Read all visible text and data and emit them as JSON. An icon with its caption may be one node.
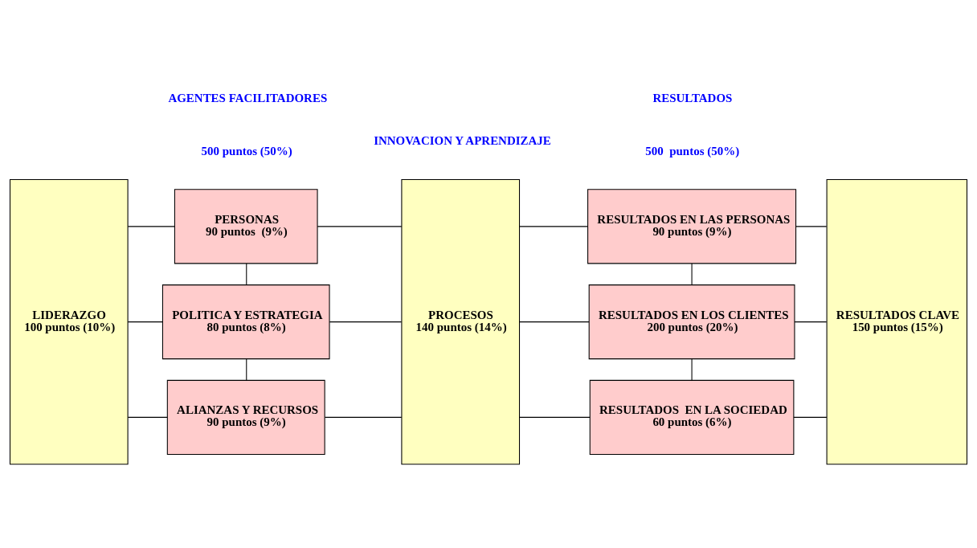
{
  "diagram": {
    "nodes": [
      {
        "text": [
          "LIDERAZGO",
          "100 puntos (10%)"
        ]
      },
      {
        "text": [
          "PERSONAS",
          "90 puntos  (9%)"
        ]
      },
      {
        "text": [
          "POLITICA Y ESTRATEGIA",
          "80 puntos (8%)"
        ]
      },
      {
        "text": [
          "ALIANZAS Y RECURSOS",
          "90 puntos (9%)"
        ]
      },
      {
        "text": [
          "PROCESOS",
          "140 puntos (14%)"
        ]
      },
      {
        "text": [
          "RESULTADOS EN LAS PERSONAS",
          "90 puntos (9%)"
        ]
      },
      {
        "text": [
          "RESULTADOS EN LOS CLIENTES",
          "200 puntos (20%)"
        ]
      },
      {
        "text": [
          "RESULTADOS  EN LA SOCIEDAD",
          "60 puntos (6%)"
        ]
      },
      {
        "text": [
          "RESULTADOS CLAVE",
          "150 puntos (15%)"
        ]
      }
    ],
    "edges": [
      {
        "from": 0,
        "to": 1,
        "arrow": "none"
      },
      {
        "from": 0,
        "to": 2,
        "arrow": "none"
      },
      {
        "from": 0,
        "to": 3,
        "arrow": "none"
      },
      {
        "from": 1,
        "to": 2,
        "arrow": "none"
      },
      {
        "from": 2,
        "to": 3,
        "arrow": "none"
      },
      {
        "from": 1,
        "to": 4,
        "arrow": "none"
      },
      {
        "from": 2,
        "to": 4,
        "arrow": "none"
      },
      {
        "from": 3,
        "to": 4,
        "arrow": "none"
      },
      {
        "from": 4,
        "to": 5,
        "arrow": "none"
      },
      {
        "from": 4,
        "to": 6,
        "arrow": "none"
      },
      {
        "from": 4,
        "to": 7,
        "arrow": "none"
      },
      {
        "from": 5,
        "to": 6,
        "arrow": "none"
      },
      {
        "from": 6,
        "to": 7,
        "arrow": "none"
      },
      {
        "from": 5,
        "to": 8,
        "arrow": "none"
      },
      {
        "from": 6,
        "to": 8,
        "arrow": "none"
      },
      {
        "from": 7,
        "to": 8,
        "arrow": "none"
      }
    ],
    "labels": [
      "AGENTES FACILITADORES",
      "RESULTADOS",
      "500 puntos (50%)",
      "500  puntos (50%)",
      "INNOVACION Y APRENDIZAJE"
    ]
  }
}
